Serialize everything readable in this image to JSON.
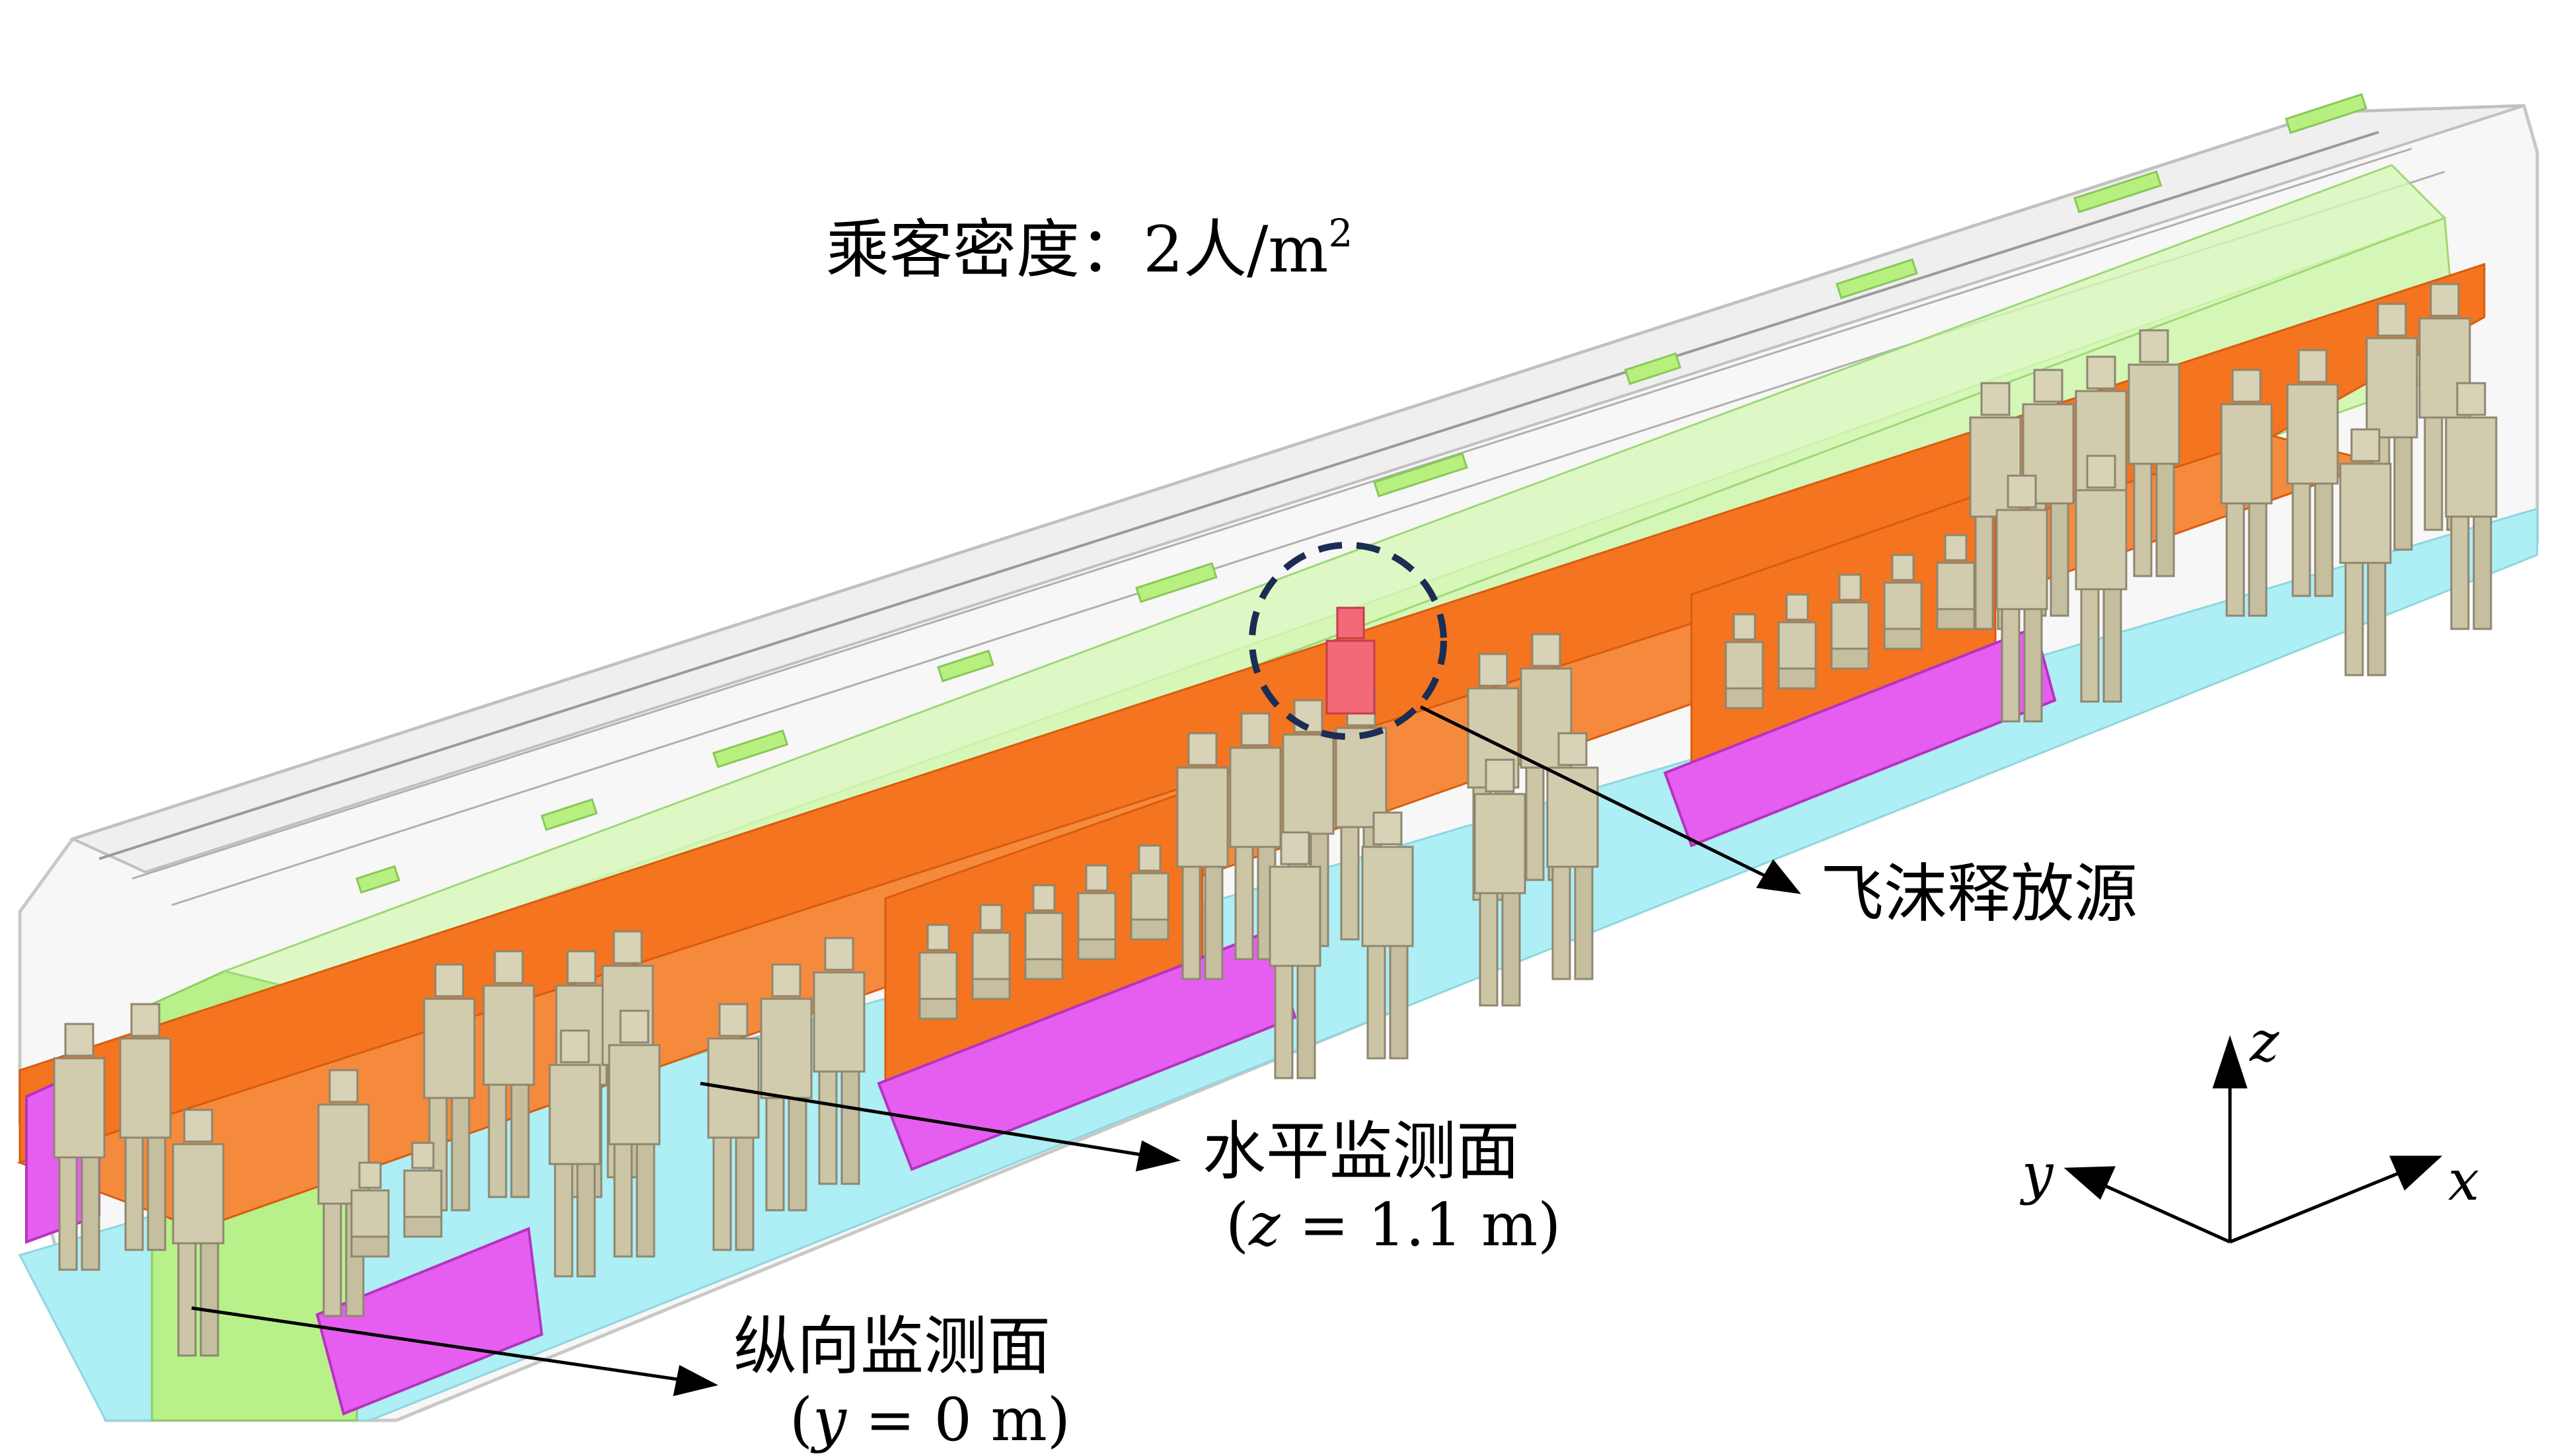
{
  "annotations": {
    "density_label": "乘客密度：2人/m",
    "density_superscript": "2",
    "source_label": "飞沫释放源",
    "horizontal_plane_label": "水平监测面",
    "horizontal_plane_var": "z",
    "horizontal_plane_value": " = 1.1 m",
    "longitudinal_plane_label": "纵向监测面",
    "longitudinal_plane_var": "y",
    "longitudinal_plane_value": " = 0 m"
  },
  "axes": {
    "x": "x",
    "y": "y",
    "z": "z"
  },
  "colors": {
    "horizontal_plane": "#f5741f",
    "longitudinal_plane": "#b8f08a",
    "seats": "#e65ef0",
    "floor": "#aeeef5",
    "passengers": "#d8d2b6",
    "source_passenger": "#f26a78",
    "car_shell": "#e6e6e6",
    "source_circle": "#1b2d55"
  }
}
